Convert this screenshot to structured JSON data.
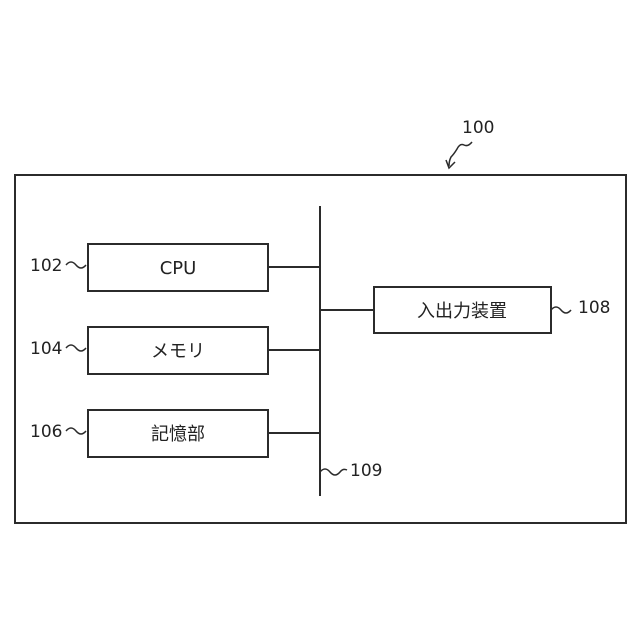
{
  "diagram": {
    "system": {
      "ref": "100"
    },
    "bus": {
      "ref": "109"
    },
    "cpu": {
      "label": "CPU",
      "ref": "102"
    },
    "memory": {
      "label": "メモリ",
      "ref": "104"
    },
    "storage": {
      "label": "記憶部",
      "ref": "106"
    },
    "io": {
      "label": "入出力装置",
      "ref": "108"
    }
  }
}
